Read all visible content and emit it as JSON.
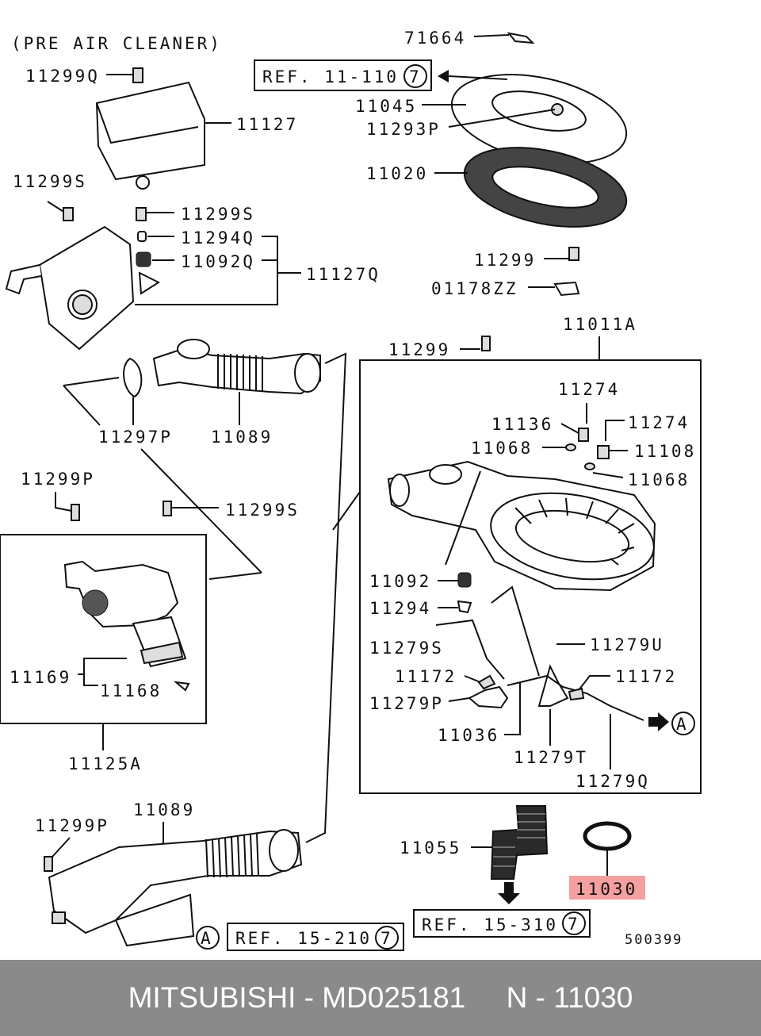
{
  "diagram": {
    "header": "(PRE AIR CLEANER)",
    "drawing_number": "500399",
    "highlight_color": "#f4a0a0",
    "refs": {
      "ref_top": "REF. 11-110",
      "ref_top_circle": "7",
      "ref_bottom_left": "REF. 15-210",
      "ref_bottom_left_circle": "7",
      "ref_bottom_right": "REF. 15-310",
      "ref_bottom_right_circle": "7",
      "connector_a": "A"
    },
    "labels": {
      "p71664": "71664",
      "p11299Q": "11299Q",
      "p11045": "11045",
      "p11293P": "11293P",
      "p11127": "11127",
      "p11020": "11020",
      "p11299S_a": "11299S",
      "p11299S_b": "11299S",
      "p11294Q": "11294Q",
      "p11092Q": "11092Q",
      "p11127Q": "11127Q",
      "p11299_a": "11299",
      "p01178ZZ": "01178ZZ",
      "p11011A": "11011A",
      "p11299_b": "11299",
      "p11274_a": "11274",
      "p11136": "11136",
      "p11274_b": "11274",
      "p11068_a": "11068",
      "p11108": "11108",
      "p11068_b": "11068",
      "p11297P": "11297P",
      "p11089_a": "11089",
      "p11299P_a": "11299P",
      "p11299S_c": "11299S",
      "p11092": "11092",
      "p11294": "11294",
      "p11279S": "11279S",
      "p11279U": "11279U",
      "p11172_a": "11172",
      "p11172_b": "11172",
      "p11279P": "11279P",
      "p11036": "11036",
      "p11279T": "11279T",
      "p11279Q": "11279Q",
      "p11169": "11169",
      "p11168": "11168",
      "p11125A": "11125A",
      "p11089_b": "11089",
      "p11299P_b": "11299P",
      "p11055": "11055",
      "p11030": "11030"
    }
  },
  "footer": {
    "text": "MITSUBISHI - MD025181     N - 11030",
    "background": "#8a8a8a"
  }
}
